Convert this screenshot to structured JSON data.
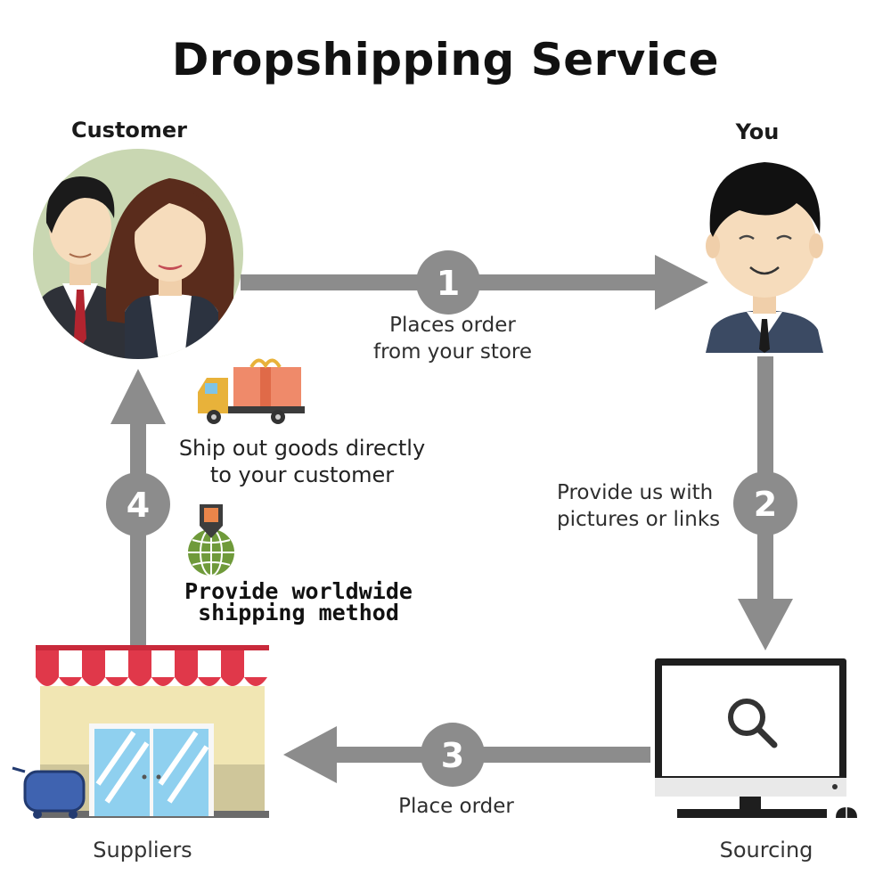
{
  "title": "Dropshipping Service",
  "nodes": {
    "customer": "Customer",
    "you": "You",
    "suppliers": "Suppliers",
    "sourcing": "Sourcing"
  },
  "steps": [
    {
      "number": "1",
      "text_line1": "Places order",
      "text_line2": "from your store"
    },
    {
      "number": "2",
      "text_line1": "Provide us with",
      "text_line2": "pictures or links"
    },
    {
      "number": "3",
      "text_line1": "Place order"
    },
    {
      "number": "4",
      "text_line1": "Ship out goods directly",
      "text_line2": "to your customer"
    }
  ],
  "worldwide": {
    "line1": "Provide worldwide",
    "line2": "shipping method"
  },
  "colors": {
    "arrow": "#8c8c8c",
    "skin": "#f6dcbc",
    "suit": "#3b4a63",
    "awning_red": "#e0384a",
    "store_wall": "#f1e6b3",
    "screen_bg": "#ffffff",
    "globe": "#6f9a3a",
    "box": "#ef8a6a",
    "truck": "#e8b23a"
  }
}
